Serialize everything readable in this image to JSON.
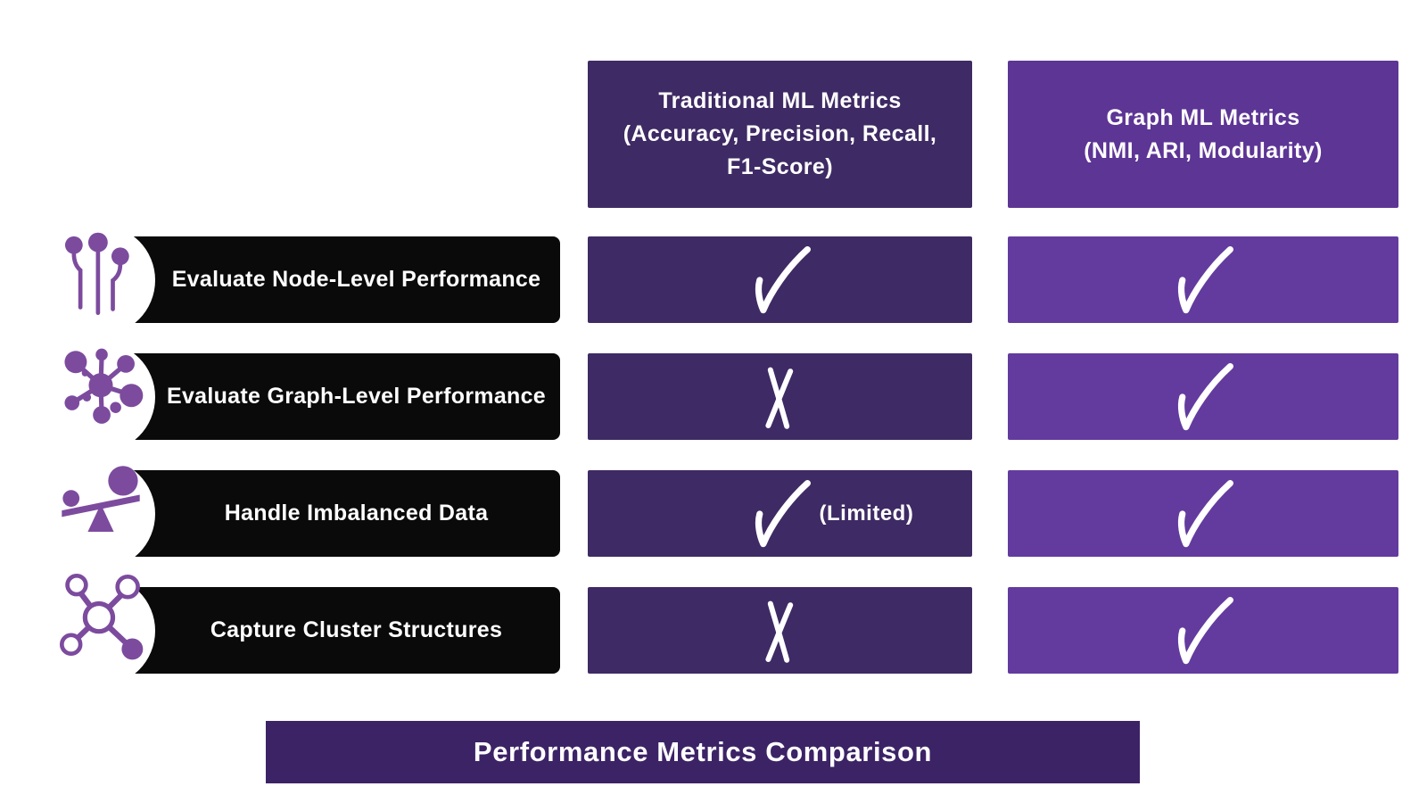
{
  "columns": [
    {
      "id": "traditional",
      "title": "Traditional ML Metrics\n(Accuracy, Precision, Recall,\nF1-Score)"
    },
    {
      "id": "graph",
      "title": "Graph ML Metrics\n(NMI, ARI, Modularity)"
    }
  ],
  "rows": [
    {
      "label": "Evaluate Node-Level Performance",
      "icon": "node-level-icon",
      "traditional": "check",
      "traditional_note": "",
      "graph": "check"
    },
    {
      "label": "Evaluate Graph-Level Performance",
      "icon": "graph-level-icon",
      "traditional": "cross",
      "traditional_note": "",
      "graph": "check"
    },
    {
      "label": "Handle Imbalanced Data",
      "icon": "imbalanced-scale-icon",
      "traditional": "check",
      "traditional_note": "(Limited)",
      "graph": "check"
    },
    {
      "label": "Capture Cluster Structures",
      "icon": "cluster-structure-icon",
      "traditional": "cross",
      "traditional_note": "",
      "graph": "check"
    }
  ],
  "footer": {
    "title": "Performance Metrics Comparison"
  },
  "colors": {
    "traditional-purple": "#3E2A64",
    "graph-purple-header": "#5D3595",
    "graph-purple-cell": "#633B9E",
    "footer-purple": "#3C2366",
    "row-black": "#0A0A0A",
    "icon-purple": "#7C4B9E",
    "text-white": "#FFFFFF"
  }
}
